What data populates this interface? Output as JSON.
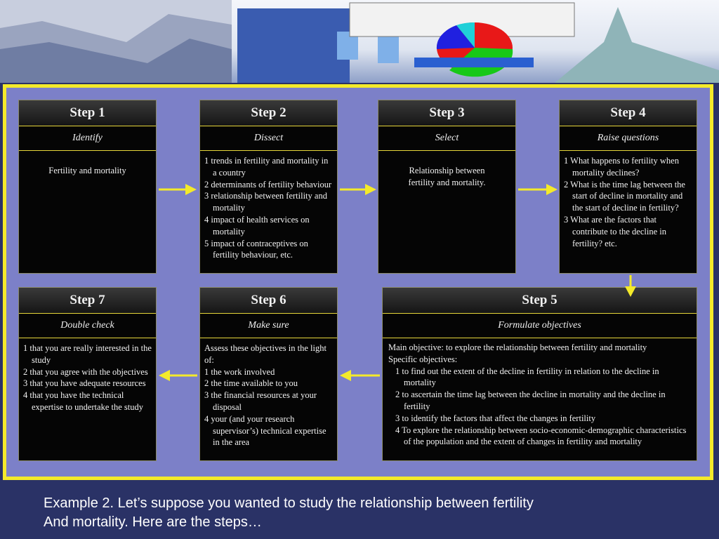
{
  "steps": [
    {
      "id": "step-1",
      "title": "Step 1",
      "subtitle": "Identify",
      "body": [
        "Fertility and mortality"
      ]
    },
    {
      "id": "step-2",
      "title": "Step 2",
      "subtitle": "Dissect",
      "body": [
        "1 trends in fertility and mortality in a country",
        "2 determinants of fertility behaviour",
        "3 relationship between fertility and mortality",
        "4 impact of health services on mortality",
        "5 impact of contraceptives on fertility behaviour, etc."
      ]
    },
    {
      "id": "step-3",
      "title": "Step 3",
      "subtitle": "Select",
      "body": [
        "Relationship between fertility and mortality."
      ]
    },
    {
      "id": "step-4",
      "title": "Step 4",
      "subtitle": "Raise questions",
      "body": [
        "1 What happens to fertility when mortality declines?",
        "2 What is the time lag between the start of decline in mortality and the start of decline in fertility?",
        "3 What are the factors that contribute to the decline in fertility? etc."
      ]
    },
    {
      "id": "step-5",
      "title": "Step 5",
      "subtitle": "Formulate objectives",
      "body_head": [
        "Main objective: to explore the relationship between fertility and mortality",
        "Specific objectives:"
      ],
      "body": [
        "1 to find out the extent of the decline in fertility in relation to the decline in mortality",
        "2 to ascertain the time lag between the decline in  mortality and the decline in fertility",
        "3 to identify the factors that affect the changes in fertility",
        "4 To explore the relationship between socio-economic-demographic characteristics of the population and the extent of changes in fertility and mortality"
      ]
    },
    {
      "id": "step-6",
      "title": "Step 6",
      "subtitle": "Make sure",
      "body_head": [
        "Assess these objectives in the light of:"
      ],
      "body": [
        "1 the work involved",
        "2 the time available to you",
        "3 the financial resources at your disposal",
        "4 your (and your research supervisor’s) technical expertise in the area"
      ]
    },
    {
      "id": "step-7",
      "title": "Step 7",
      "subtitle": "Double check",
      "body": [
        "1 that you are really interested in the study",
        "2 that you agree with the objectives",
        "3 that you have adequate resources",
        "4 that you have the technical expertise to undertake the study"
      ]
    }
  ],
  "caption": {
    "line1": "Example 2.  Let’s suppose you wanted to study the relationship between fertility",
    "line2": "And mortality.  Here are the steps…"
  },
  "colors": {
    "frame_border": "#f4ea2a",
    "frame_fill": "#7c80c8",
    "arrow": "#f4ea2a",
    "box": "#050505",
    "background": "#2a3266"
  }
}
